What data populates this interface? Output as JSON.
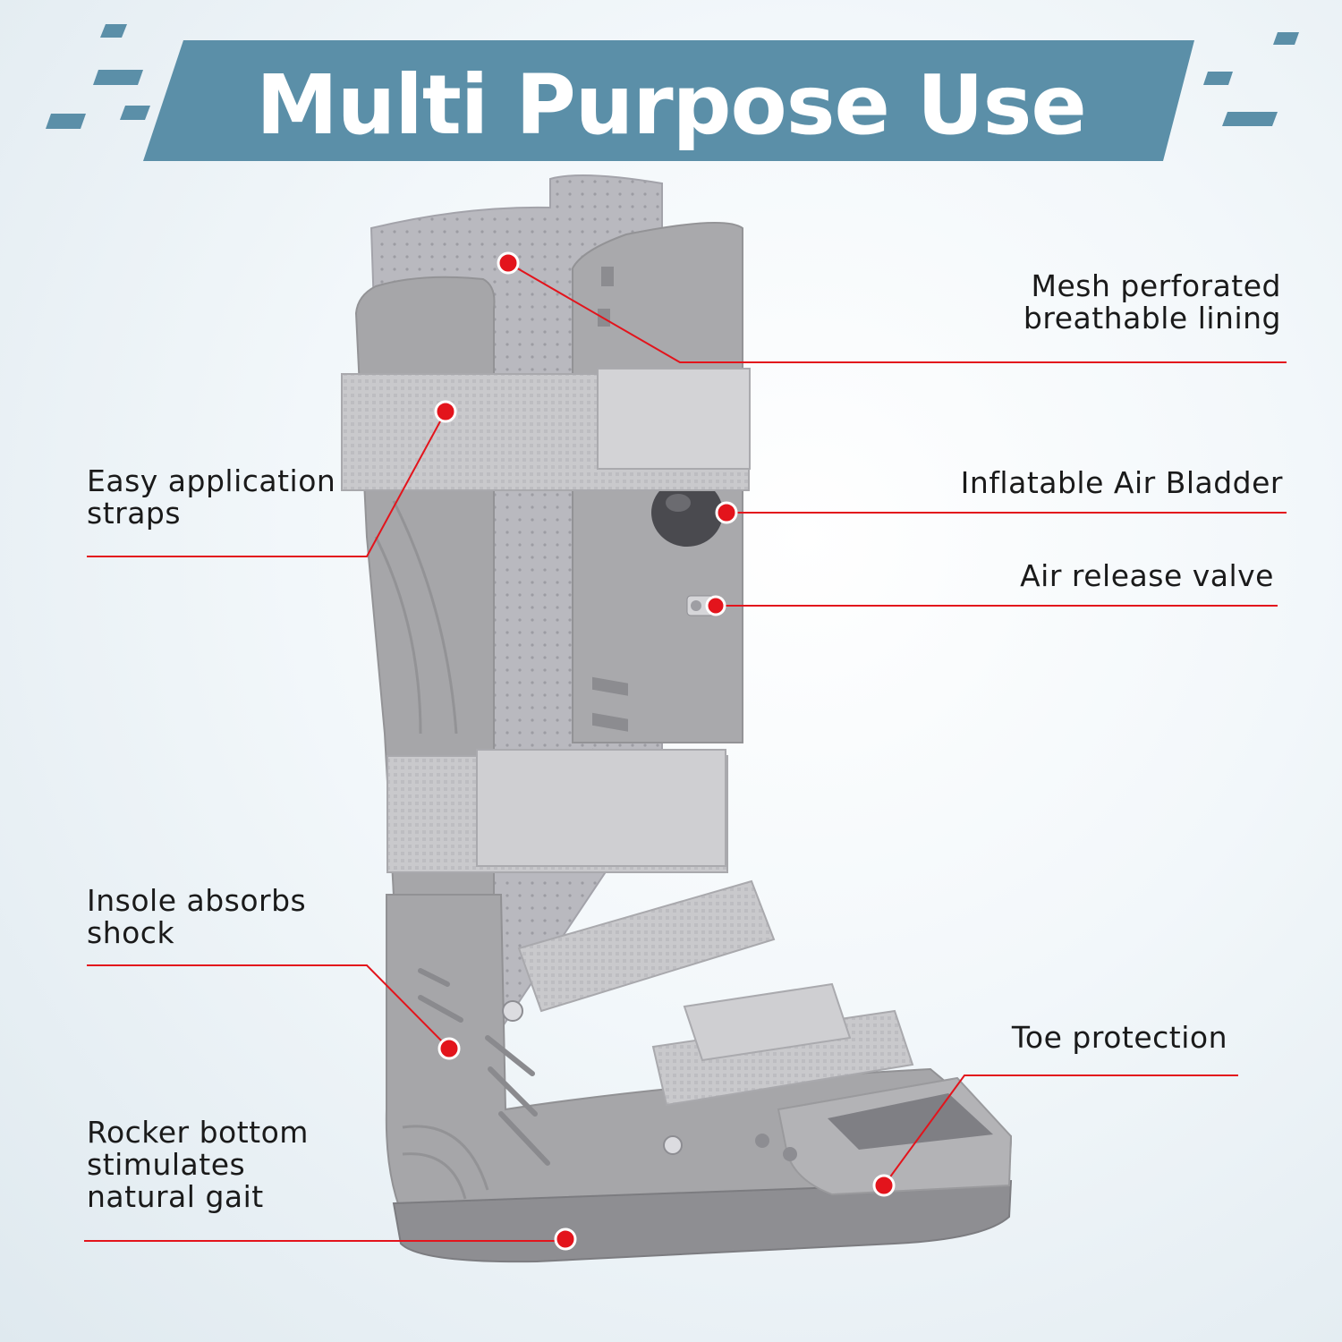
{
  "banner": {
    "title": "Multi Purpose Use",
    "color": "#5b8fa8"
  },
  "accent_color": "#e3141c",
  "callouts": {
    "mesh": {
      "line1": "Mesh perforated",
      "line2": "breathable lining"
    },
    "straps": {
      "line1": "Easy application",
      "line2": "straps"
    },
    "bladder": {
      "line1": "Inflatable Air Bladder"
    },
    "valve": {
      "line1": "Air release valve"
    },
    "insole": {
      "line1": "Insole absorbs",
      "line2": "shock"
    },
    "toe": {
      "line1": "Toe protection"
    },
    "rocker": {
      "line1": "Rocker bottom",
      "line2": "stimulates",
      "line3": "natural gait"
    }
  }
}
